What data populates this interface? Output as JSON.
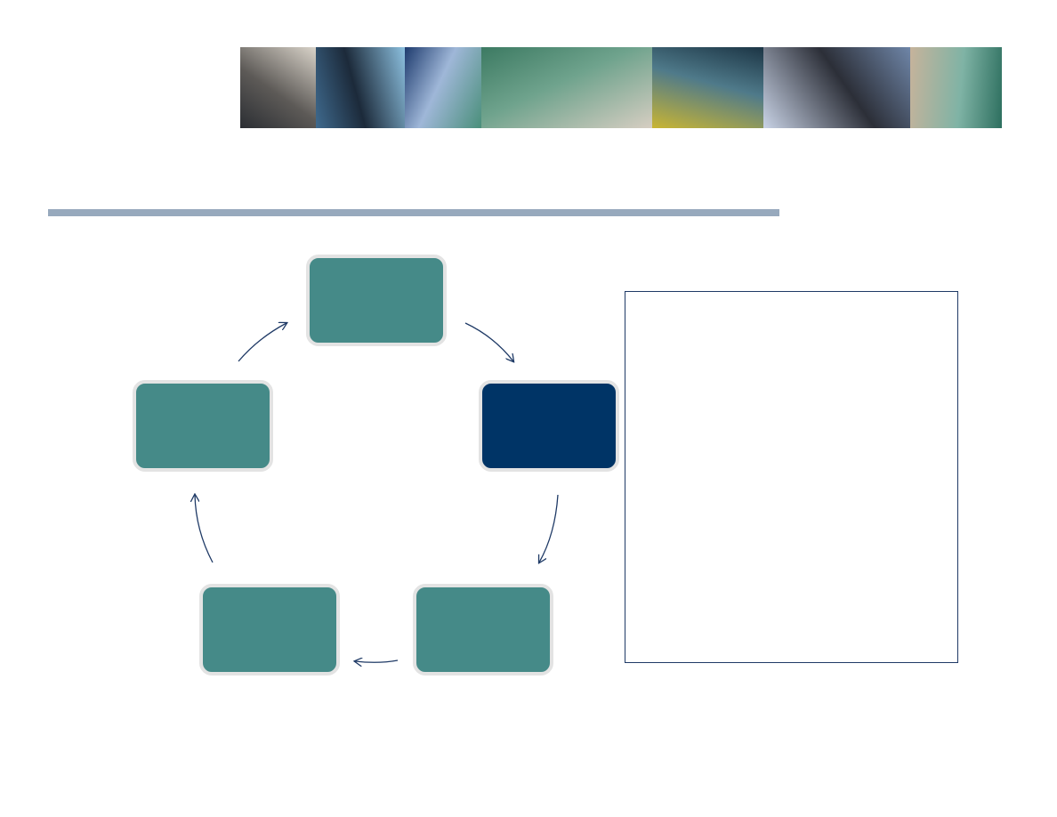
{
  "colors": {
    "rule": "#97a9bd",
    "teal_box": "#458a88",
    "navy_box": "#003466",
    "arrow": "#1f3a66",
    "panel_border": "#1f3a66"
  },
  "banner": {
    "tiles": [
      {
        "name": "turbine-blades-photo",
        "colors": [
          "#2b2e33",
          "#d9d3c9",
          "#5d5a57"
        ]
      },
      {
        "name": "workers-on-scaffold-photo",
        "colors": [
          "#3f6a8e",
          "#8cc0df",
          "#1c2a3a"
        ]
      },
      {
        "name": "circuit-component-photo",
        "colors": [
          "#1e3b6e",
          "#4a8f7a",
          "#9fb7d8"
        ]
      },
      {
        "name": "keyboard-and-mouse-photo",
        "colors": [
          "#3c7a62",
          "#d6cec2",
          "#6fa38d"
        ]
      },
      {
        "name": "industrial-machinery-photo",
        "colors": [
          "#1c3545",
          "#c9b533",
          "#4f7a8a"
        ]
      },
      {
        "name": "airplane-in-sky-photo",
        "colors": [
          "#6f86a8",
          "#c9d3e6",
          "#2c2f38"
        ]
      },
      {
        "name": "conveyor-packages-photo",
        "colors": [
          "#2d6f5f",
          "#c6b39b",
          "#7fb3a5"
        ]
      }
    ]
  },
  "cycle": {
    "boxes": [
      {
        "id": "top",
        "label": "",
        "color": "#458a88"
      },
      {
        "id": "right",
        "label": "",
        "color": "#003466"
      },
      {
        "id": "bottom-right",
        "label": "",
        "color": "#458a88"
      },
      {
        "id": "bottom-left",
        "label": "",
        "color": "#458a88"
      },
      {
        "id": "left",
        "label": "",
        "color": "#458a88"
      }
    ]
  },
  "text_panel": {
    "content": ""
  }
}
